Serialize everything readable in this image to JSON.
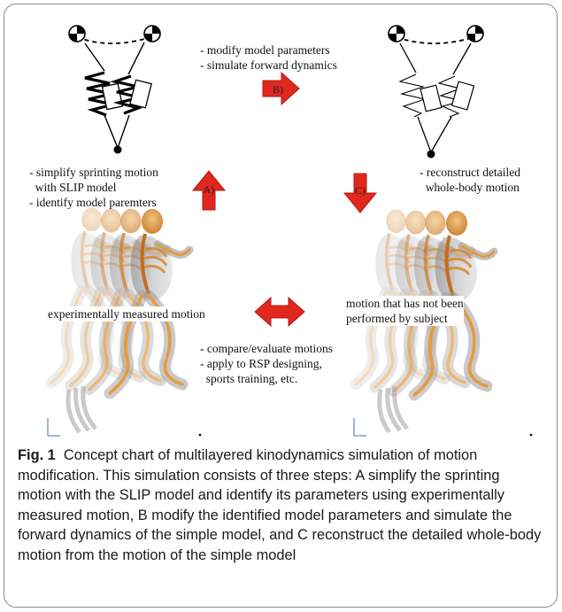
{
  "figure_label": "Fig. 1",
  "caption": "Concept chart of multilayered kinodynamics simulation of motion modification. This simulation consists of three steps: A simplify the sprinting motion with the SLIP model and identify its parameters using experimentally measured motion, B modify the identified model parameters and simulate the forward dynamics of the simple model, and C reconstruct the detailed whole-body motion from the motion of the simple model",
  "step_b": {
    "arrow_label": "B)",
    "lines": [
      "- modify model parameters",
      "- simulate forward dynamics"
    ]
  },
  "step_a": {
    "arrow_label": "A)",
    "lines": [
      "- simplify sprinting motion",
      "  with SLIP model",
      "- identify model paremters"
    ]
  },
  "step_c": {
    "arrow_label": "C)",
    "lines": [
      "- reconstruct detailed",
      "  whole-body motion"
    ]
  },
  "left_motion_label": "experimentally measured motion",
  "right_motion_label": [
    "motion that has not been",
    "performed by subject"
  ],
  "compare": {
    "lines": [
      "- compare/evaluate motions",
      "- apply to RSP designing,",
      "  sports training, etc."
    ]
  },
  "colors": {
    "arrow": "#e0281e",
    "arrow_dark": "#b31a12",
    "bone": "#e69a3c",
    "ghost": "#9a9a9a"
  }
}
